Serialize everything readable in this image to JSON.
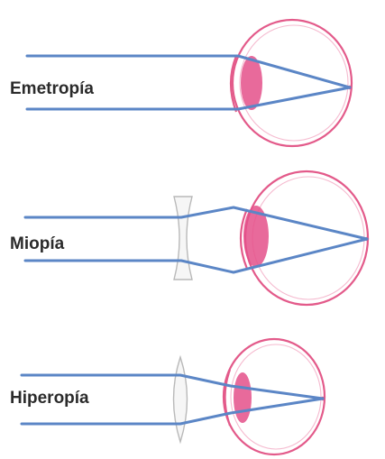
{
  "colors": {
    "ray": "#5b86c6",
    "eye": "#e35a8a",
    "eye_inner": "#f1a3bf",
    "lens_crystalline": "#e4508a",
    "corrective_lens": "#f6f6f6",
    "label": "#2b2b2b"
  },
  "panels": [
    {
      "label": "Emetropía",
      "corrective_lens": "none",
      "focus": "on-retina"
    },
    {
      "label": "Miopía",
      "corrective_lens": "concave",
      "focus": "on-retina-with-correction"
    },
    {
      "label": "Hiperopía",
      "corrective_lens": "convex",
      "focus": "on-retina-with-correction"
    }
  ]
}
